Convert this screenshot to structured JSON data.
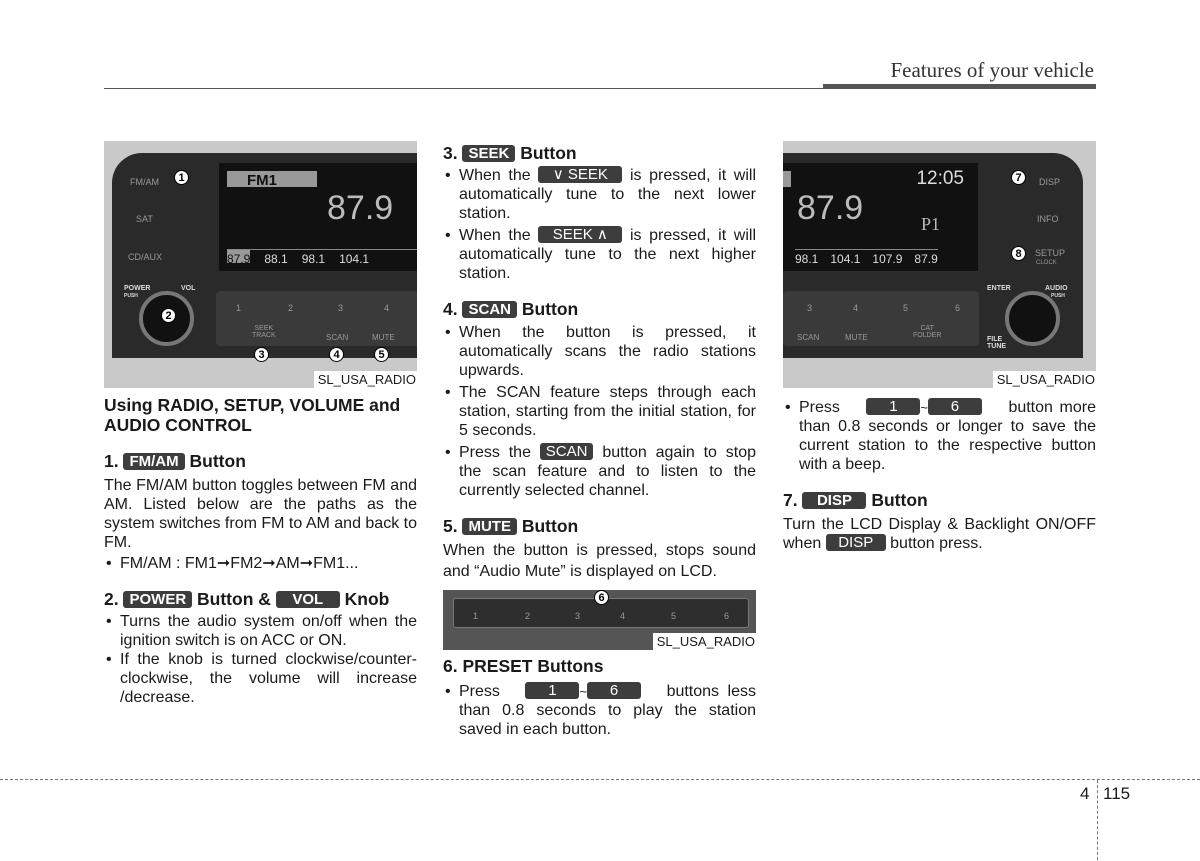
{
  "header": {
    "title": "Features of your vehicle"
  },
  "figures": {
    "caption": "SL_USA_RADIO",
    "left": {
      "buttons": [
        "FM/AM",
        "SAT",
        "CD/AUX"
      ],
      "band": "FM1",
      "freq": "87.9",
      "presets": [
        "87.9",
        "88.1",
        "98.1",
        "104.1"
      ],
      "power": "POWER",
      "push": "PUSH",
      "vol": "VOL",
      "keys": [
        "1",
        "2",
        "3",
        "4"
      ],
      "seek": "SEEK",
      "track": "TRACK",
      "scan": "SCAN",
      "mute": "MUTE",
      "markers": [
        "1",
        "2",
        "3",
        "4",
        "5"
      ]
    },
    "middle": {
      "keys": [
        "1",
        "2",
        "3",
        "4",
        "5",
        "6"
      ],
      "markers": [
        "6"
      ]
    },
    "right": {
      "time": "12:05",
      "freq": "87.9",
      "preset": "P1",
      "presets": [
        "98.1",
        "104.1",
        "107.9",
        "87.9"
      ],
      "buttons": [
        "DISP",
        "INFO",
        "SETUP",
        "CLOCK"
      ],
      "enter": "ENTER",
      "audio": "AUDIO",
      "push": "PUSH",
      "file": "FILE",
      "tune": "TUNE",
      "keys": [
        "3",
        "4",
        "5",
        "6"
      ],
      "scan": "SCAN",
      "mute": "MUTE",
      "cat": "CAT",
      "folder": "FOLDER",
      "markers": [
        "7",
        "8"
      ]
    }
  },
  "col1": {
    "heading": "Using RADIO, SETUP, VOLUME and AUDIO CONTROL",
    "s1": {
      "num": "1.",
      "badge": "FM/AM",
      "title": "Button",
      "text": "The FM/AM button toggles between FM and AM. Listed below are the paths as the system switches from FM to AM and back to FM.",
      "bullet": "FM/AM : FM1➞FM2➞AM➞FM1..."
    },
    "s2": {
      "num": "2.",
      "badge": "POWER",
      "mid": "Button &",
      "badge2": "VOL",
      "title": "Knob",
      "bullets": [
        "Turns the audio system on/off when the ignition switch is on ACC or ON.",
        "If the knob is turned clockwise/counter-clockwise, the volume will increase /decrease."
      ]
    }
  },
  "col2": {
    "s3": {
      "num": "3.",
      "badge": "SEEK",
      "title": "Button",
      "b1_pre": "When the",
      "b1_badge": "∨ SEEK",
      "b1_post": "is pressed, it will automatically tune to the next lower station.",
      "b2_pre": "When the",
      "b2_badge": "SEEK ∧",
      "b2_post": "is pressed, it will automatically tune to the next higher station."
    },
    "s4": {
      "num": "4.",
      "badge": "SCAN",
      "title": "Button",
      "b1": "When the button is pressed, it automatically scans the radio stations upwards.",
      "b2": "The SCAN feature steps through each station, starting from the initial station, for 5 seconds.",
      "b3_pre": "Press the",
      "b3_badge": "SCAN",
      "b3_post": "button again to stop the scan feature and to listen to the currently selected channel."
    },
    "s5": {
      "num": "5.",
      "badge": "MUTE",
      "title": "Button",
      "text": "When the button is pressed, stops sound and “Audio Mute” is displayed on LCD."
    },
    "s6": {
      "title": "6. PRESET Buttons",
      "pre": "Press",
      "k1": "1",
      "tilde": "~",
      "k2": "6",
      "post": "buttons less than 0.8 seconds to play the station saved in each button."
    }
  },
  "col3": {
    "preset_pre": "Press",
    "k1": "1",
    "tilde": "~",
    "k2": "6",
    "preset_post": "button more than 0.8 seconds or longer to save the current station to the respective button with a beep.",
    "s7": {
      "num": "7.",
      "badge": "DISP",
      "title": "Button",
      "pre": "Turn the LCD Display & Backlight ON/OFF when",
      "badge2": "DISP",
      "post": "button press."
    }
  },
  "footer": {
    "chapter": "4",
    "page": "115"
  }
}
